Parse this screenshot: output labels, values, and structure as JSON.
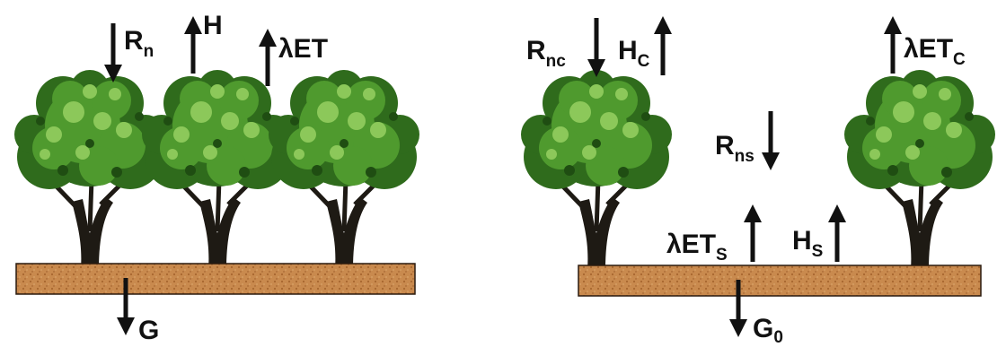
{
  "diagrams": [
    {
      "labels": {
        "net_radiation": {
          "main": "R",
          "sub": "n"
        },
        "sensible_heat": {
          "main": "H",
          "sub": ""
        },
        "latent_heat": {
          "main": "λET",
          "sub": ""
        },
        "ground_heat": {
          "main": "G",
          "sub": ""
        }
      }
    },
    {
      "labels": {
        "canopy_net_radiation": {
          "main": "R",
          "sub": "nc"
        },
        "canopy_sensible_heat": {
          "main": "H",
          "sub": "C"
        },
        "canopy_latent_heat": {
          "main": "λET",
          "sub": "C"
        },
        "soil_net_radiation": {
          "main": "R",
          "sub": "ns"
        },
        "soil_latent_heat": {
          "main": "λET",
          "sub": "S"
        },
        "soil_sensible_heat": {
          "main": "H",
          "sub": "S"
        },
        "ground_heat": {
          "main": "G",
          "sub": "0"
        }
      }
    }
  ],
  "colors": {
    "soil": "#c98a4e",
    "soil_dark": "#a8672f",
    "foliage_dark": "#2f6b1c",
    "foliage_mid": "#4f9a2e",
    "foliage_light": "#8cc85a",
    "trunk": "#1e1a14",
    "arrow": "#111111"
  },
  "icons": [
    "tree-icon",
    "soil-layer",
    "arrow-down-icon",
    "arrow-up-icon"
  ]
}
